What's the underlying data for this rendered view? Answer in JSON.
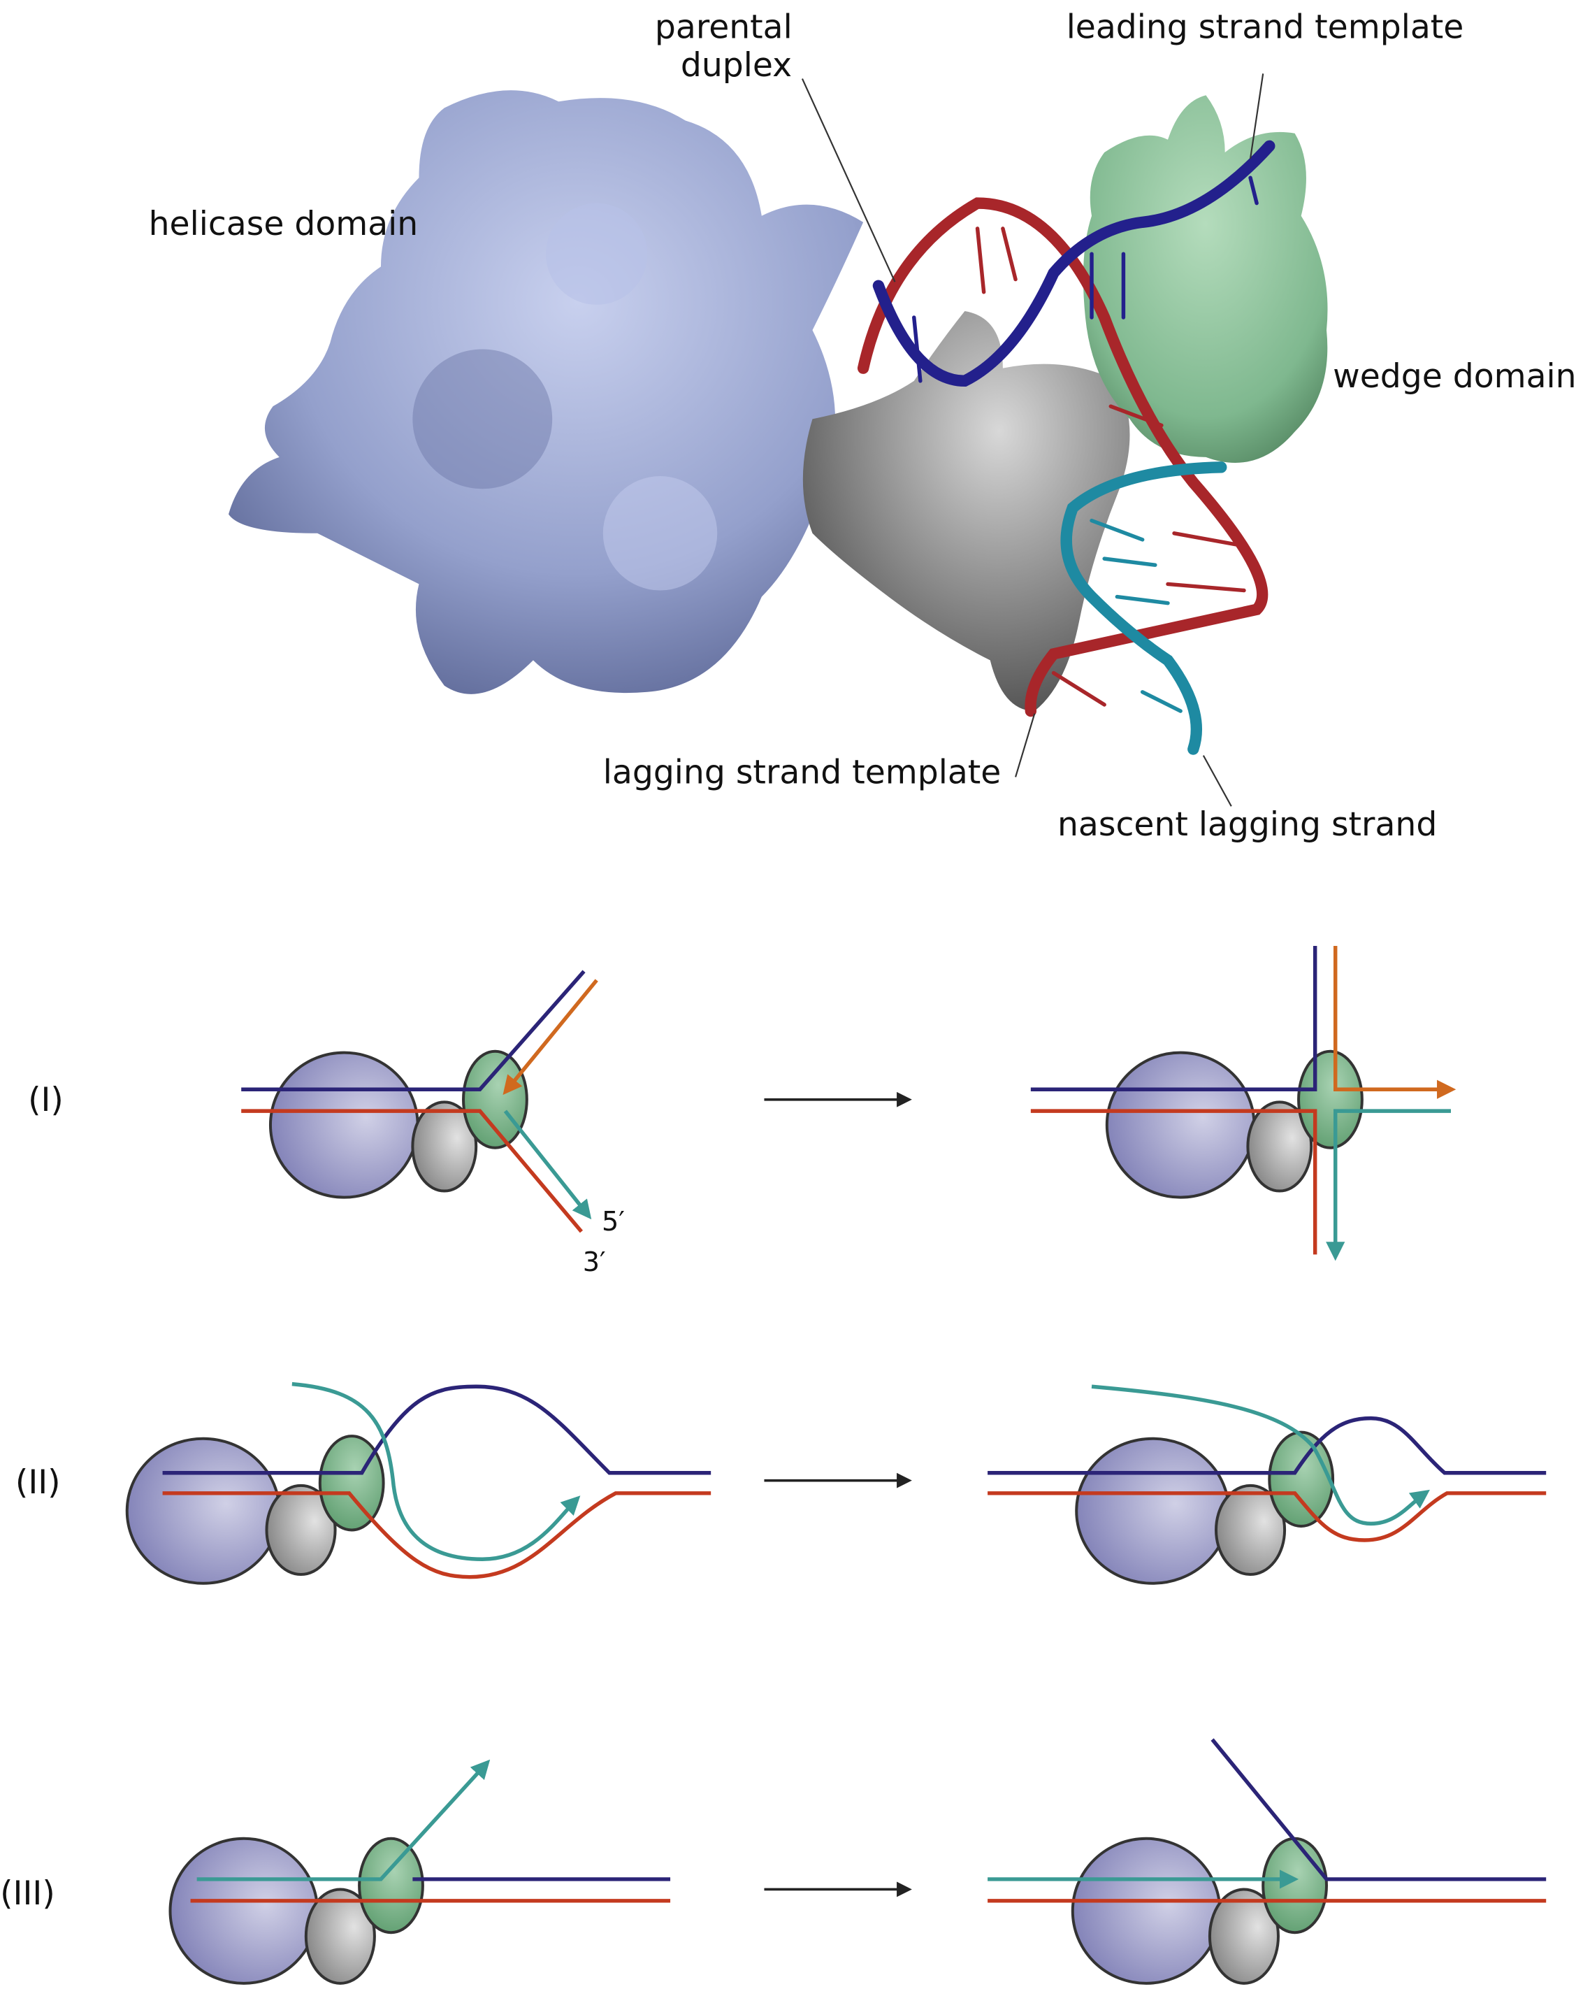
{
  "structure": {
    "labels": {
      "helicase": "helicase domain",
      "parental_line1": "parental",
      "parental_line2": "duplex",
      "leading": "leading strand template",
      "wedge": "wedge domain",
      "lagging": "lagging strand template",
      "nascent": "nascent lagging strand"
    }
  },
  "schematics": {
    "panels": [
      {
        "label": "(I)"
      },
      {
        "label": "(II)"
      },
      {
        "label": "(III)"
      }
    ],
    "end_labels": {
      "five_prime": "5′",
      "three_prime": "3′"
    }
  },
  "colors": {
    "helicase": "#9aa3d0",
    "wedge": "#7fb88f",
    "linker": "#8a8a8a",
    "leading_template": "#2b2477",
    "lagging_template": "#c43a1f",
    "nascent_leading": "#d0691f",
    "nascent_lagging": "#3a9a94"
  }
}
